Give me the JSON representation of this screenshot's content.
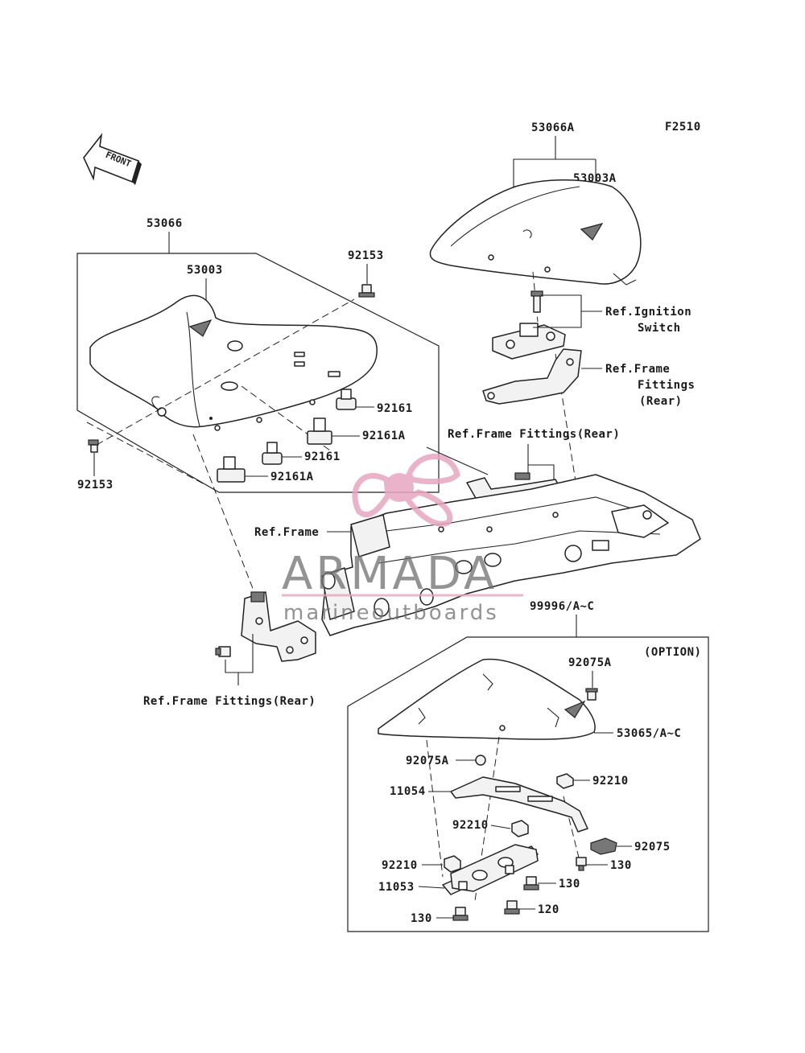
{
  "figure_code": "F2510",
  "front_arrow": "FRONT",
  "labels": {
    "l53066A": "53066A",
    "l53003A": "53003A",
    "l53066": "53066",
    "l53003": "53003",
    "l92153_top": "92153",
    "l92153_left": "92153",
    "l92161_a": "92161",
    "l92161A_a": "92161A",
    "l92161_b": "92161",
    "l92161A_b": "92161A",
    "ign_line1": "Ref.Ignition",
    "ign_line2": "Switch",
    "ffr_line1": "Ref.Frame",
    "ffr_line2": "Fittings",
    "ffr_line3": "(Rear)",
    "ff_rear_mid": "Ref.Frame Fittings(Rear)",
    "ref_frame": "Ref.Frame",
    "ff_rear_bottom": "Ref.Frame Fittings(Rear)",
    "l99996": "99996/A~C",
    "option": "(OPTION)",
    "l92075A_top": "92075A",
    "l53065": "53065/A~C",
    "l92075A_mid": "92075A",
    "l92210_right": "92210",
    "l11054": "11054",
    "l92210_mid": "92210",
    "l92075": "92075",
    "l92210_left": "92210",
    "l130_a": "130",
    "l11053": "11053",
    "l130_b": "130",
    "l120": "120",
    "l130_c": "130"
  },
  "watermark": {
    "brand": "ARMADA",
    "tagline": "marineoutboards",
    "accent_color": "#e7a6c0"
  }
}
